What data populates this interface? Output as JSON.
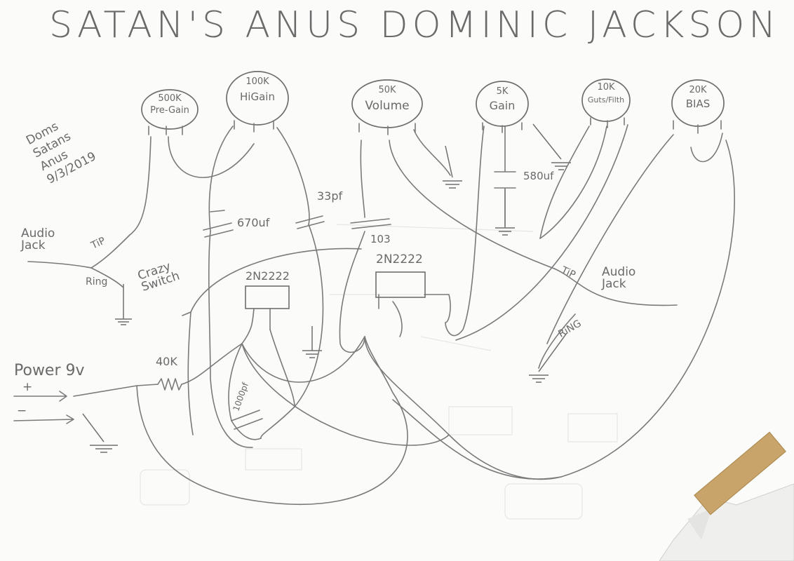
{
  "title": "SATAN'S ANUS DOMINIC JACKSON",
  "note": [
    "Doms",
    "Satans",
    "Anus",
    "9/3/2019"
  ],
  "pots": [
    {
      "value": "500K",
      "name": "Pre-Gain"
    },
    {
      "value": "100K",
      "name": "HiGain"
    },
    {
      "value": "50K",
      "name": "Volume"
    },
    {
      "value": "5K",
      "name": "Gain"
    },
    {
      "value": "10K",
      "name": "Guts/Filth"
    },
    {
      "value": "20K",
      "name": "BIAS"
    }
  ],
  "labels": {
    "audio_jack_in": "Audio Jack",
    "tip_in": "TiP",
    "ring_in": "Ring",
    "crazy_switch": "Crazy Switch",
    "power": "Power 9v",
    "plus": "+",
    "minus": "−",
    "resistor": "40K",
    "cap_670": "670uf",
    "cap_33": "33pf",
    "cap_103": "103",
    "cap_580": "580uf",
    "cap_1000": "1000pf",
    "transistor_1": "2N2222",
    "transistor_2": "2N2222",
    "audio_jack_out": "Audio Jack",
    "tip_out": "TiP",
    "ring_out": "RiNG"
  },
  "colors": {
    "paper": "#fbfbfa",
    "pencil": "#6e6e6e",
    "tape": "#c9a46a"
  }
}
